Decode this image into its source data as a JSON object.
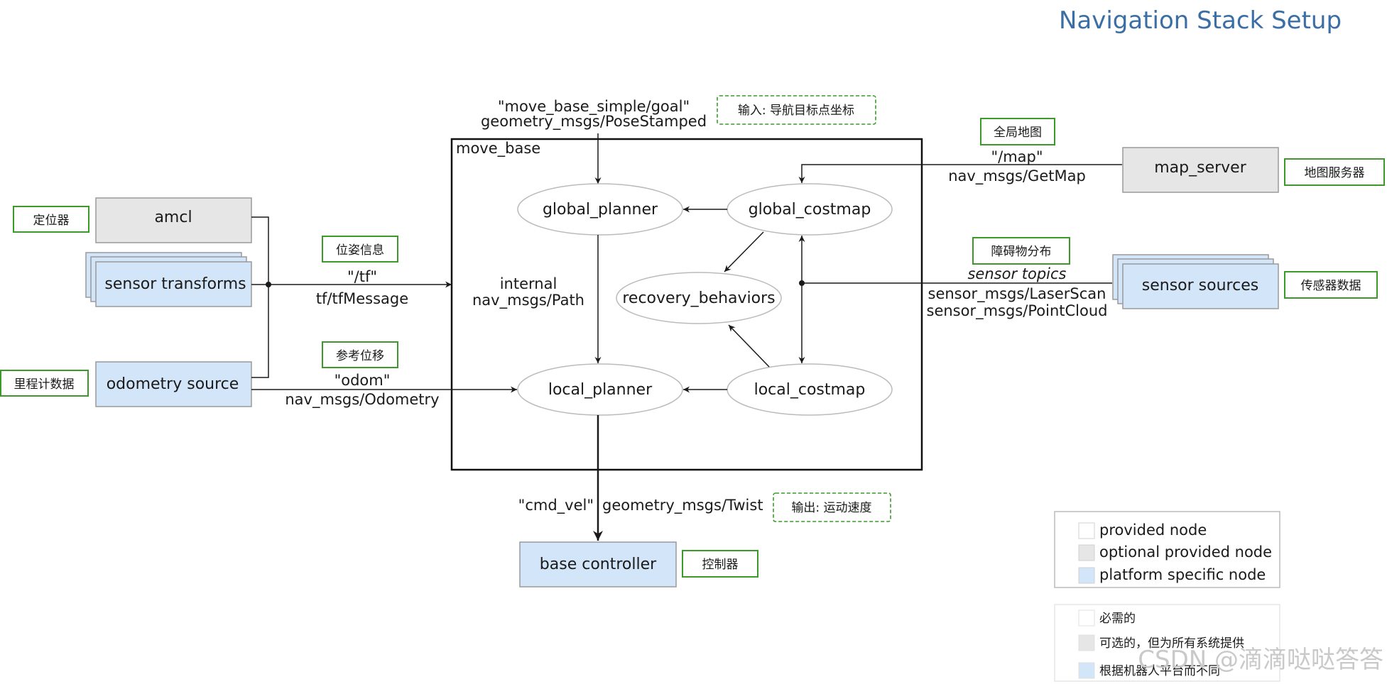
{
  "title": "Navigation Stack Setup",
  "colors": {
    "provided": "#ffffff",
    "optional": "#e6e6e6",
    "platform": "#d3e5f8",
    "note_border": "#3c9a2a",
    "title": "#3a6ea5"
  },
  "container": {
    "label": "move_base"
  },
  "nodes": {
    "amcl": "amcl",
    "sensor_transforms": "sensor transforms",
    "odometry_source": "odometry source",
    "map_server": "map_server",
    "sensor_sources": "sensor sources",
    "base_controller": "base controller",
    "global_planner": "global_planner",
    "global_costmap": "global_costmap",
    "recovery_behaviors": "recovery_behaviors",
    "local_planner": "local_planner",
    "local_costmap": "local_costmap"
  },
  "edges": {
    "goal_topic": "\"move_base_simple/goal\"",
    "goal_type": "geometry_msgs/PoseStamped",
    "tf_topic": "\"/tf\"",
    "tf_type": "tf/tfMessage",
    "odom_topic": "\"odom\"",
    "odom_type": "nav_msgs/Odometry",
    "map_topic": "\"/map\"",
    "map_type": "nav_msgs/GetMap",
    "sensor_topics": "sensor topics",
    "laser_type": "sensor_msgs/LaserScan",
    "pointcloud_type": "sensor_msgs/PointCloud",
    "internal": "internal",
    "path_type": "nav_msgs/Path",
    "cmd_vel_topic": "\"cmd_vel\"",
    "cmd_vel_type": "geometry_msgs/Twist"
  },
  "notes": {
    "input": "输入: 导航目标点坐标",
    "output": "输出: 运动速度",
    "global_map": "全局地图",
    "map_service": "地图服务器",
    "obstacles": "障碍物分布",
    "sensor_data": "传感器数据",
    "localizer": "定位器",
    "pose_info": "位姿信息",
    "odom_data": "里程计数据",
    "ref_displacement": "参考位移",
    "controller": "控制器"
  },
  "legend_en": {
    "provided": "provided node",
    "optional": "optional provided node",
    "platform": "platform specific node"
  },
  "legend_cn": {
    "provided": "必需的",
    "optional": "可选的，但为所有系统提供",
    "platform": "根据机器人平台而不同"
  },
  "watermark": "CSDN @滴滴哒哒答答"
}
